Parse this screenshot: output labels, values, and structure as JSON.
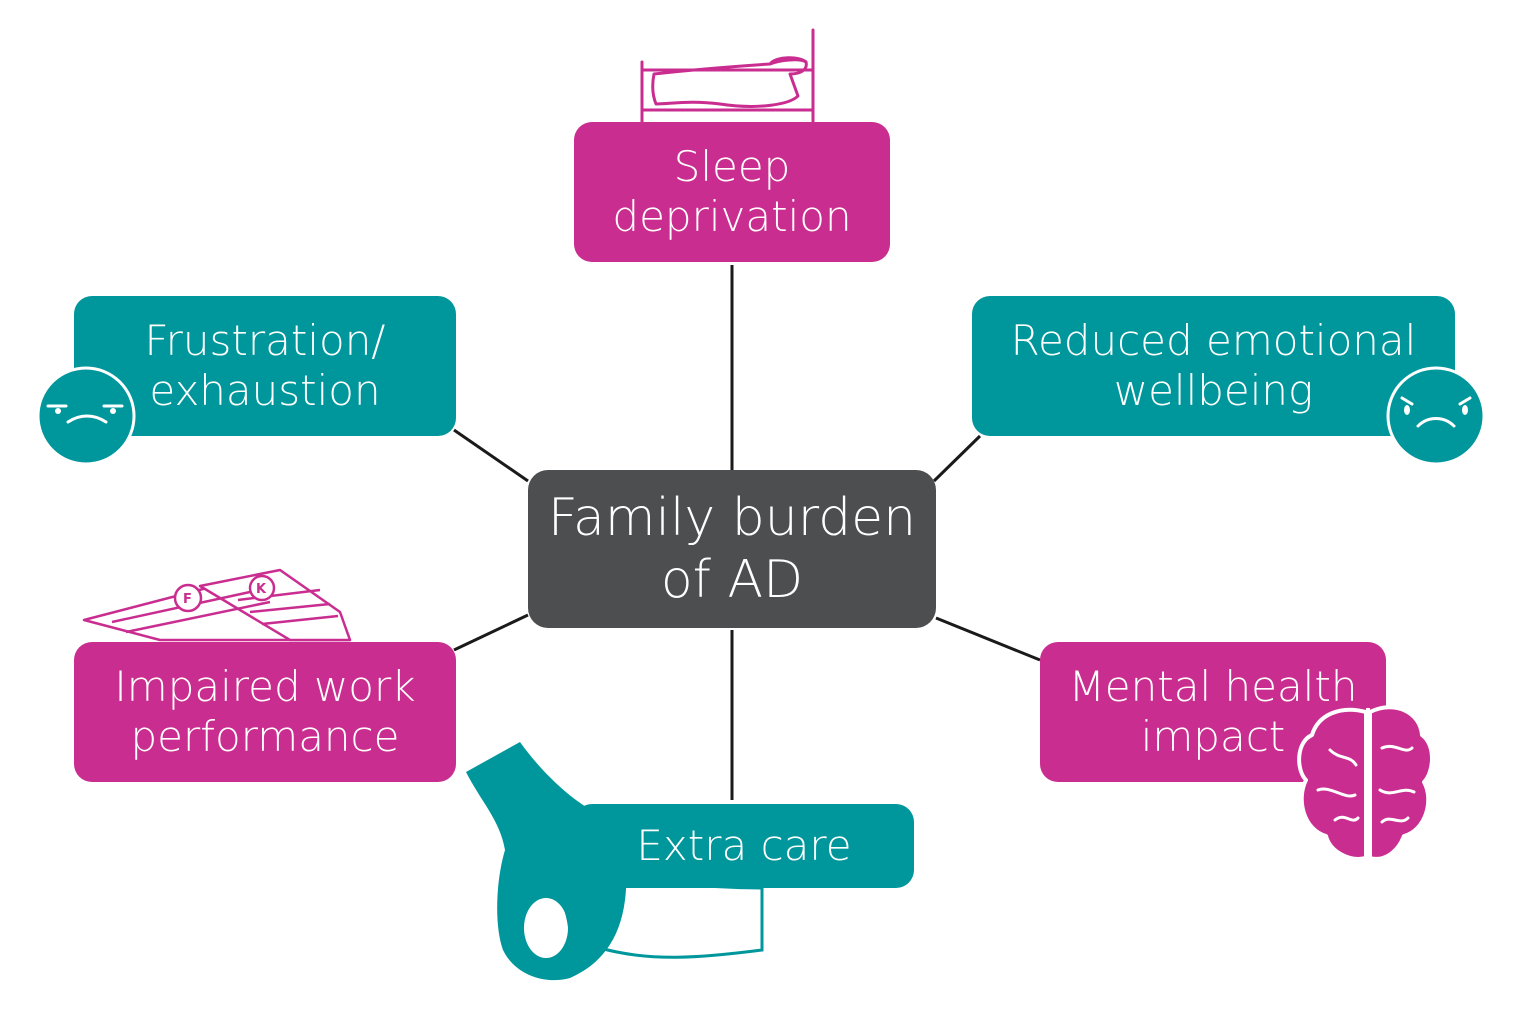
{
  "center": {
    "label": "Family burden\nof AD"
  },
  "nodes": {
    "sleep": {
      "label": "Sleep\ndeprivation",
      "icon": "bed-icon"
    },
    "frustration": {
      "label": "Frustration/\nexhaustion",
      "icon": "frustrated-face-icon"
    },
    "emotional": {
      "label": "Reduced emotional\nwellbeing",
      "icon": "sad-face-icon"
    },
    "work": {
      "label": "Impaired work\nperformance",
      "icon": "documents-icon"
    },
    "mental": {
      "label": "Mental health\nimpact",
      "icon": "brain-icon"
    },
    "care": {
      "label": "Extra care",
      "icon": "hand-applying-cream-icon"
    }
  },
  "colors": {
    "pink": "#ca2d90",
    "teal": "#00979c",
    "center": "#4d4e50",
    "line": "#1a1a1a"
  }
}
